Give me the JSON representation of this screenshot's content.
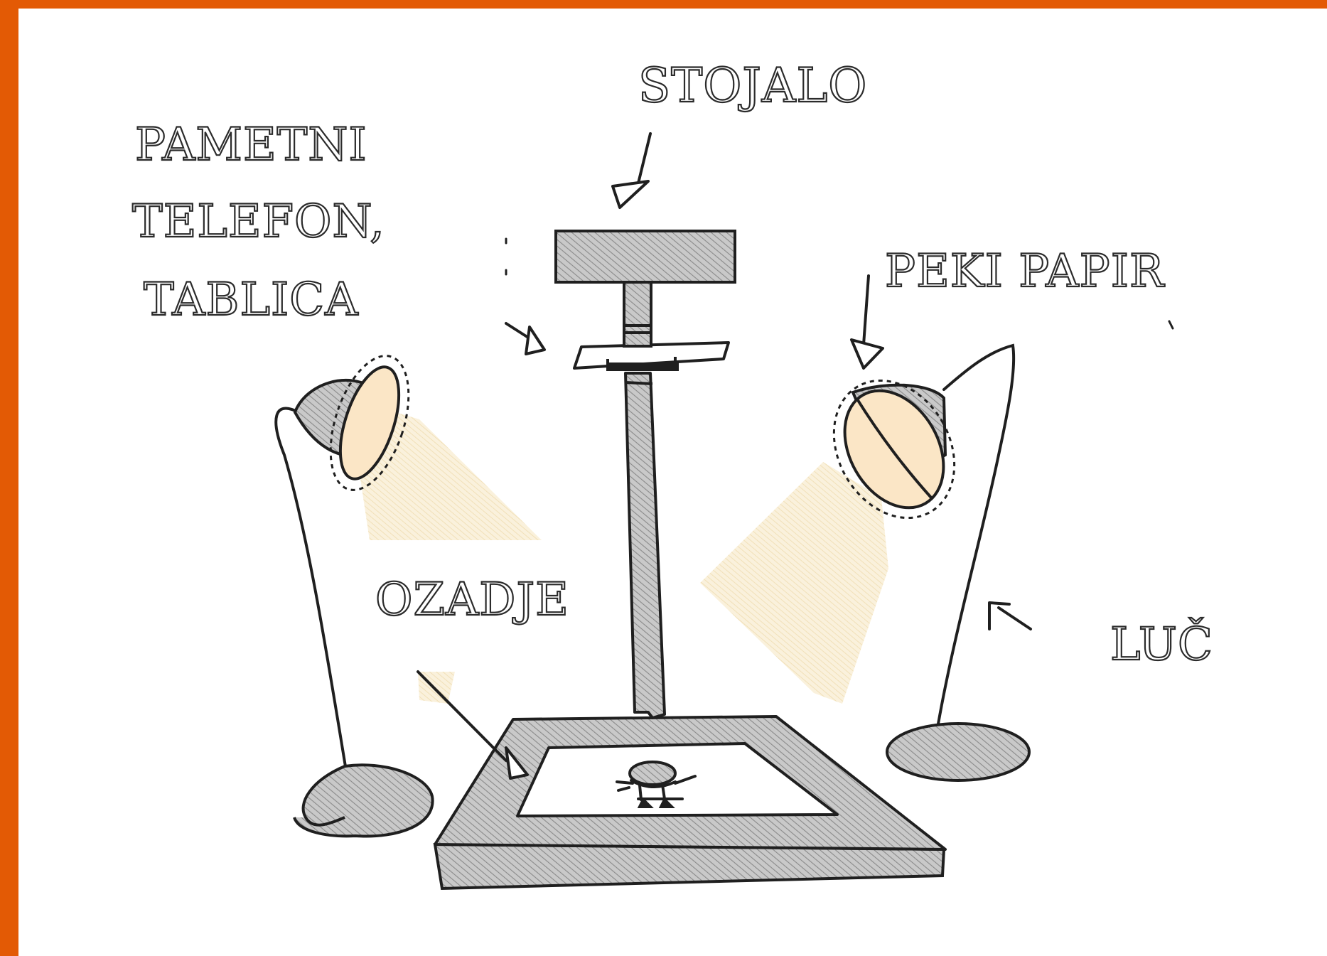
{
  "colors": {
    "frame": "#e35a05",
    "ink": "#1f1f1f",
    "hatch_fill": "#c9c9c9",
    "lamp_glow": "#f7ecd2",
    "lamp_paper": "#fbe6c6"
  },
  "labels": {
    "stojalo": "STOJALO",
    "phone_line1": "PAMETNI",
    "phone_line2": "TELEFON,",
    "phone_line3": "TABLICA",
    "peki_papir": "PEKI PAPIR",
    "ozadje": "OZADJE",
    "luc": "LUČ"
  }
}
